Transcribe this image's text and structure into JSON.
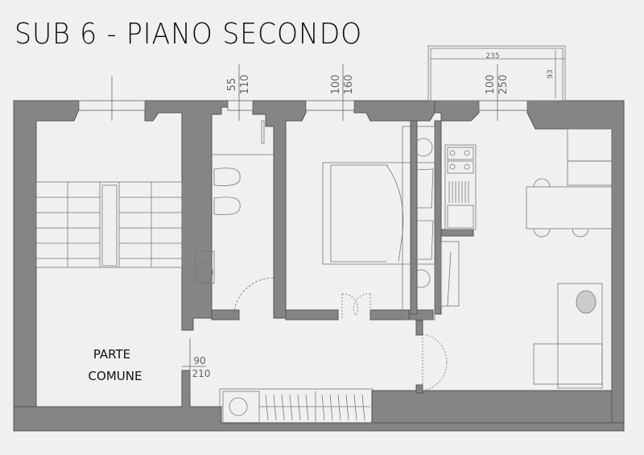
{
  "plan": {
    "title": "SUB 6 - PIANO SECONDO",
    "room_label": {
      "line1": "PARTE",
      "line2": "COMUNE"
    },
    "windows": [
      {
        "id": "bathroom",
        "width": "55",
        "height": "110"
      },
      {
        "id": "bedroom",
        "width": "100",
        "height": "160"
      },
      {
        "id": "living",
        "width": "100",
        "height": "250"
      }
    ],
    "entry_door": {
      "width": "90",
      "height": "210"
    },
    "balcony": {
      "width": "235",
      "depth": "93"
    },
    "colors": {
      "wall": "#858585",
      "background": "#f0f0f0",
      "line": "#555555"
    }
  }
}
